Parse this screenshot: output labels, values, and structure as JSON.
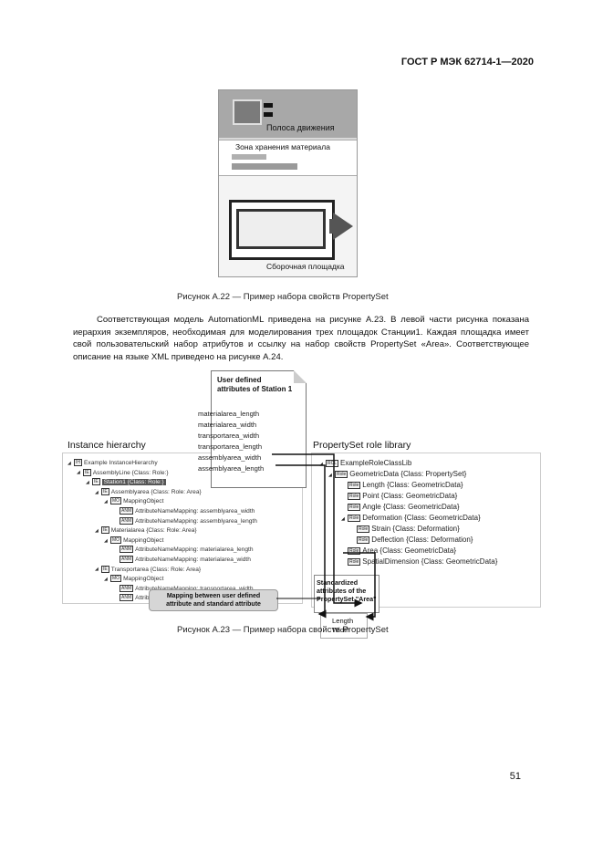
{
  "header": {
    "doc_id": "ГОСТ Р МЭК 62714-1—2020"
  },
  "figure_a22": {
    "lane_label": "Полоса движения",
    "storage_label": "Зона хранения материала",
    "assembly_label": "Сборочная площадка",
    "caption": "Рисунок А.22 — Пример набора свойств PropertySet"
  },
  "paragraph": "Соответствующая модель AutomationML приведена на рисунке А.23. В левой части рисунка показана иерархия экземпляров, необходимая для моделирования трех площадок Станции1. Каждая площадка имеет свой пользовательский набор атрибутов и ссылку на набор свойств PropertySet «Area». Соответствующее описание на языке XML приведено на рисунке А.24.",
  "figure_a23": {
    "callout_user_title": "User defined\nattributes of Station 1",
    "user_attributes": [
      "materialarea_length",
      "materialarea_width",
      "transportarea_width",
      "transportarea_length",
      "assemblyarea_width",
      "assemblyarea_length"
    ],
    "instance_hierarchy_title": "Instance hierarchy",
    "role_library_title": "PropertySet role library",
    "ih_rows": [
      {
        "icon": "IH",
        "text": "Example InstanceHierarchy"
      },
      {
        "icon": "IE",
        "text": "AssemblyLine {Class: Role:}"
      },
      {
        "icon": "IE",
        "text": "Station1 {Class: Role:}"
      },
      {
        "icon": "IE",
        "text": "Assemblyarea {Class: Role: Area}"
      },
      {
        "icon": "MO",
        "text": "MappingObject"
      },
      {
        "icon": "ANM",
        "text": "AttributeNameMapping: assemblyarea_width"
      },
      {
        "icon": "ANM",
        "text": "AttributeNameMapping: assemblyarea_length"
      },
      {
        "icon": "IE",
        "text": "Materialarea {Class: Role: Area}"
      },
      {
        "icon": "MO",
        "text": "MappingObject"
      },
      {
        "icon": "ANM",
        "text": "AttributeNameMapping: materialarea_length"
      },
      {
        "icon": "ANM",
        "text": "AttributeNameMapping: materialarea_width"
      },
      {
        "icon": "IE",
        "text": "Transportarea {Class: Role: Area}"
      },
      {
        "icon": "MO",
        "text": "MappingObject"
      },
      {
        "icon": "ANM",
        "text": "AttributeNameMapping: transportarea_width"
      },
      {
        "icon": "ANM",
        "text": "AttributeNameMapping: transportarea_length"
      }
    ],
    "rl_rows": [
      {
        "icon": "RCL",
        "text": "ExampleRoleClassLib"
      },
      {
        "icon": "Role",
        "text": "GeometricData {Class: PropertySet}"
      },
      {
        "icon": "Role",
        "text": "Length {Class: GeometricData}"
      },
      {
        "icon": "Role",
        "text": "Point {Class: GeometricData}"
      },
      {
        "icon": "Role",
        "text": "Angle {Class: GeometricData}"
      },
      {
        "icon": "Role",
        "text": "Deformation {Class: GeometricData}"
      },
      {
        "icon": "Role",
        "text": "Strain {Class: Deformation}"
      },
      {
        "icon": "Role",
        "text": "Deflection {Class: Deformation}"
      },
      {
        "icon": "Role",
        "text": "Area {Class: GeometricData}"
      },
      {
        "icon": "Role",
        "text": "SpatialDimension {Class: GeometricData}"
      }
    ],
    "callout_std_title": "Standardized\nattributes of the\nPropertySet \"Area\"",
    "std_attributes": [
      "Length",
      "Width"
    ],
    "mapping_note": "Mapping between user defined\nattribute and standard attribute",
    "caption": "Рисунок А.23 — Пример набора свойств PropertySet"
  },
  "page_number": "51"
}
